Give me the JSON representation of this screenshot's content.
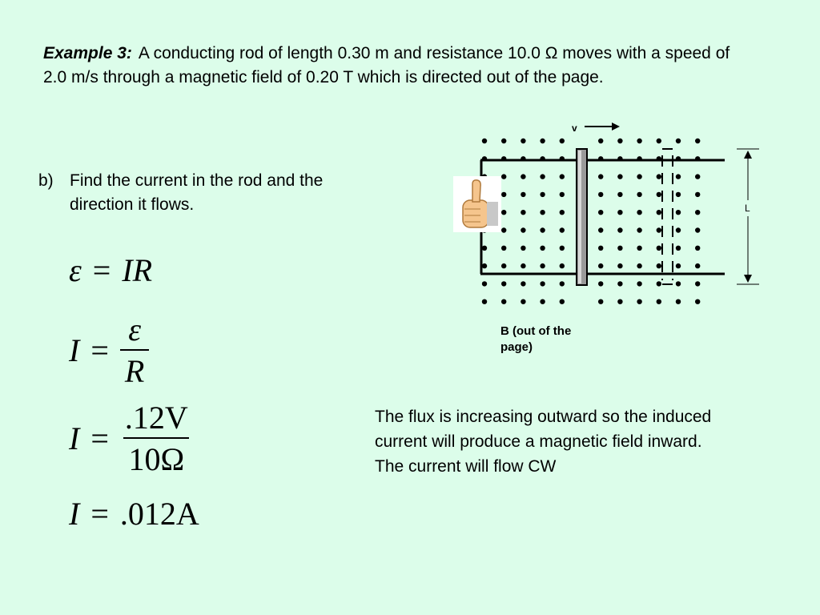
{
  "example": {
    "label": "Example 3:",
    "text": "A conducting rod of length 0.30 m and resistance 10.0 Ω moves with a speed of 2.0 m/s through a magnetic field of 0.20 T which is directed out of the page."
  },
  "part_b": {
    "marker": "b)",
    "text": "Find the current in the rod and the direction it flows."
  },
  "equations": {
    "eq1": {
      "left": "ε",
      "op": "=",
      "right": "IR"
    },
    "eq2": {
      "left": "I",
      "op": "=",
      "num": "ε",
      "den": "R"
    },
    "eq3": {
      "left": "I",
      "op": "=",
      "num": ".12V",
      "den": "10Ω"
    },
    "eq4": {
      "left": "I",
      "op": "=",
      "right": ".012A"
    }
  },
  "explanation": "The flux is increasing outward so the induced current will produce a magnetic field inward. The current will flow CW",
  "diagram": {
    "velocity_label": "v",
    "length_label": "L",
    "caption": "B (out of the page)",
    "icon": "thumbs-up-hand-icon",
    "colors": {
      "rod": "#9a9a9a",
      "hand": "#f5c58d"
    }
  }
}
